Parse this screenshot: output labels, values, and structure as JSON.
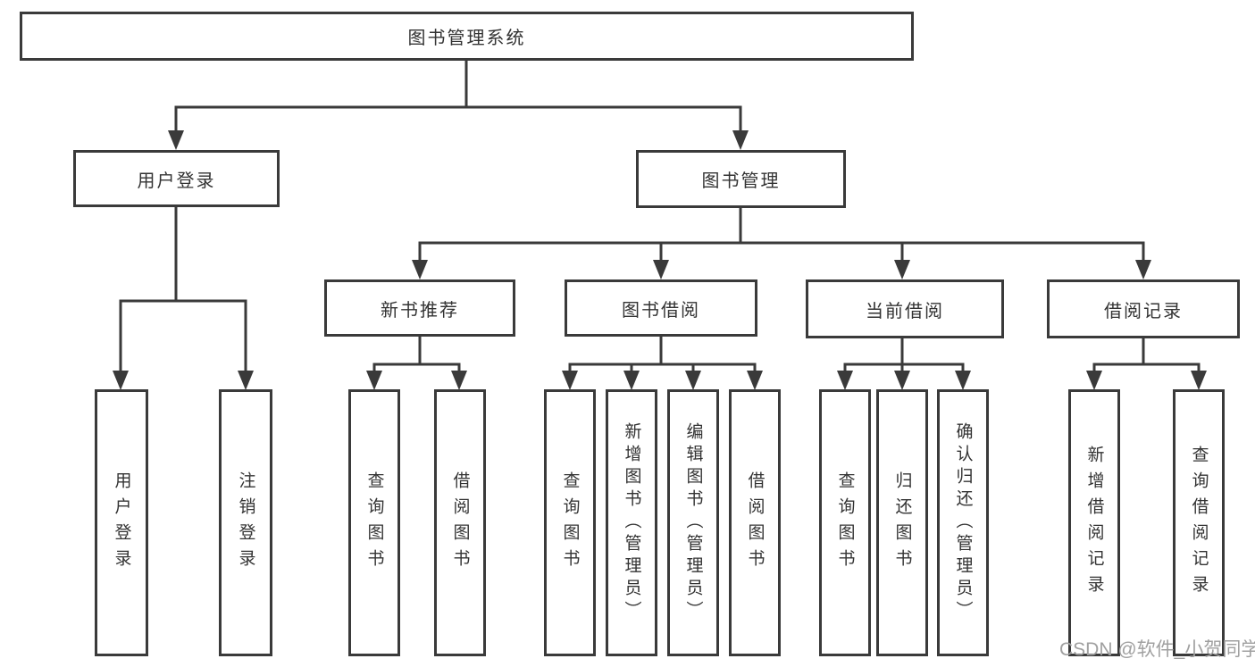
{
  "tree": {
    "root": {
      "label": "图书管理系统",
      "children": [
        {
          "label": "用户登录",
          "children": [
            {
              "label": "用户登录"
            },
            {
              "label": "注销登录"
            }
          ]
        },
        {
          "label": "图书管理",
          "children": [
            {
              "label": "新书推荐",
              "children": [
                {
                  "label": "查询图书"
                },
                {
                  "label": "借阅图书"
                }
              ]
            },
            {
              "label": "图书借阅",
              "children": [
                {
                  "label": "查询图书"
                },
                {
                  "label": "新增图书（管理员）"
                },
                {
                  "label": "编辑图书（管理员）"
                },
                {
                  "label": "借阅图书"
                }
              ]
            },
            {
              "label": "当前借阅",
              "children": [
                {
                  "label": "查询图书"
                },
                {
                  "label": "归还图书"
                },
                {
                  "label": "确认归还（管理员）"
                }
              ]
            },
            {
              "label": "借阅记录",
              "children": [
                {
                  "label": "新增借阅记录"
                },
                {
                  "label": "查询借阅记录"
                }
              ]
            }
          ]
        }
      ]
    }
  },
  "watermark": {
    "text": "CSDN @软件_小贺同学"
  },
  "colors": {
    "line": "#3a3a3a",
    "box_border": "#3a3a3a",
    "box_fill": "#ffffff",
    "text": "#333333",
    "watermark": "#a0a0a0",
    "background": "#ffffff"
  }
}
